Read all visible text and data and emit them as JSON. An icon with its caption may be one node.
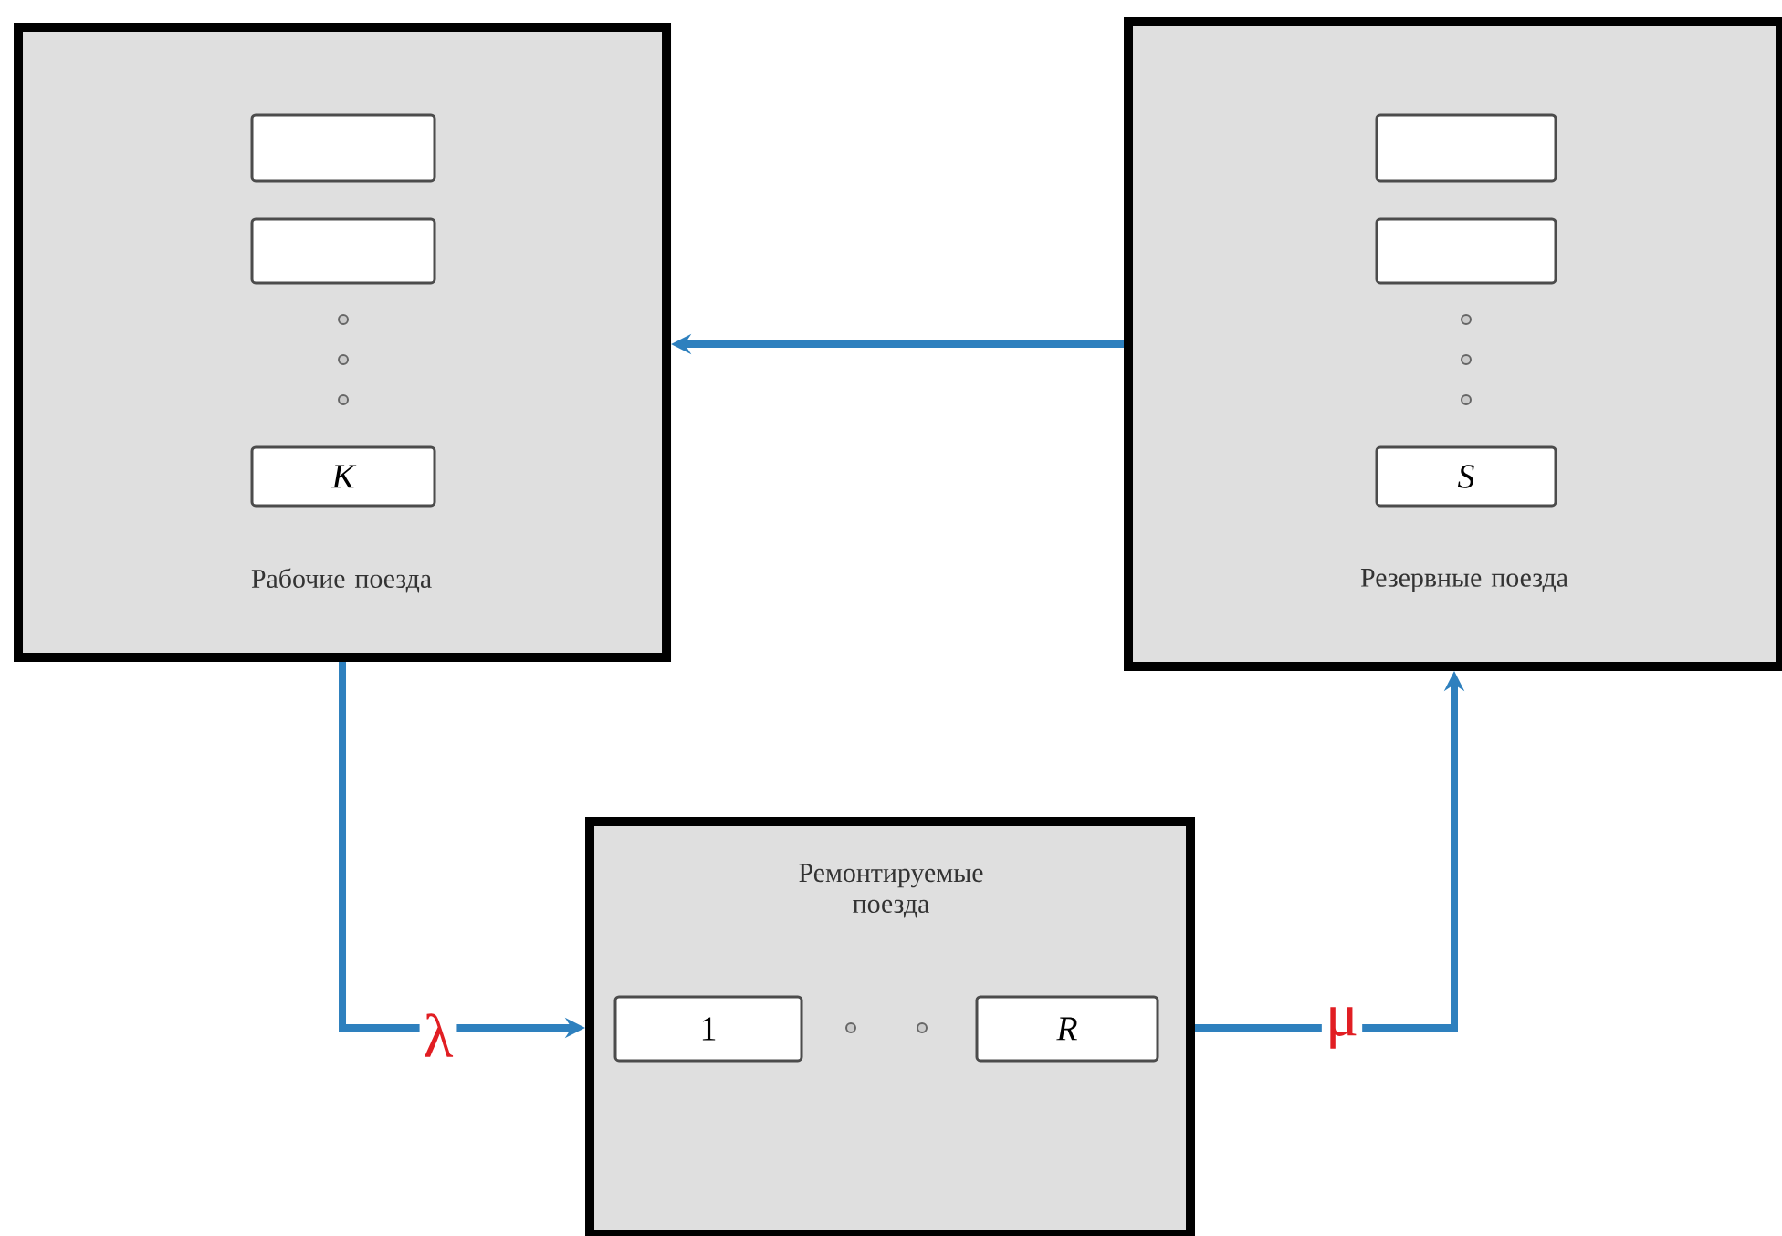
{
  "diagram": {
    "nodes": [
      {
        "text": [
          "Рабочие поезда"
        ]
      },
      {
        "text": [],
        "shape": "box",
        "in": 0
      },
      {
        "text": [],
        "shape": "box",
        "in": 0
      },
      {
        "text": [
          "K"
        ],
        "in": 0
      },
      {
        "text": [
          "Резервные поезда"
        ]
      },
      {
        "text": [],
        "shape": "box",
        "in": 4
      },
      {
        "text": [],
        "shape": "box",
        "in": 4
      },
      {
        "text": [
          "S"
        ],
        "in": 4
      },
      {
        "text": [
          "Ремонтируемые поезда"
        ]
      },
      {
        "text": [
          "1"
        ],
        "in": 8
      },
      {
        "text": [
          "R"
        ],
        "in": 8
      }
    ],
    "edges": [
      {
        "from": 4,
        "to": 0,
        "arrow": "to"
      },
      {
        "from": 0,
        "to": 8,
        "arrow": "to",
        "label": "λ"
      },
      {
        "from": 8,
        "to": 4,
        "arrow": "to",
        "label": "μ"
      }
    ]
  }
}
